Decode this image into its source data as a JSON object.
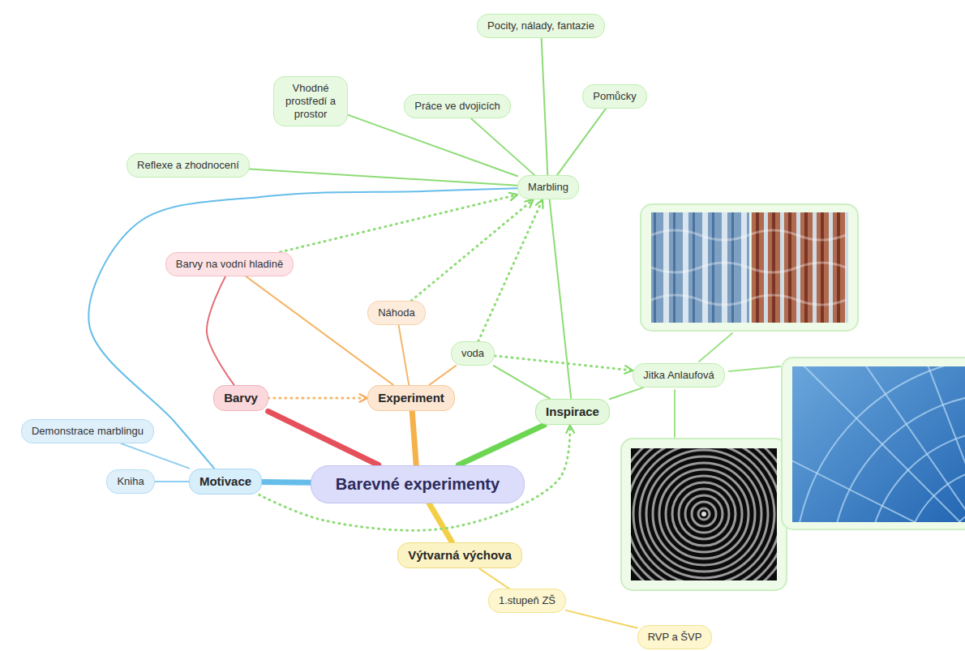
{
  "diagram": {
    "nodes": [
      {
        "text": [
          "Barevné experimenty"
        ]
      },
      {
        "text": [
          "Barvy"
        ]
      },
      {
        "text": [
          "Experiment"
        ]
      },
      {
        "text": [
          "Inspirace"
        ]
      },
      {
        "text": [
          "Motivace"
        ]
      },
      {
        "text": [
          "Výtvarná výchova"
        ]
      },
      {
        "text": [
          "Barvy na vodní hladině"
        ]
      },
      {
        "text": [
          "Náhoda"
        ]
      },
      {
        "text": [
          "voda"
        ]
      },
      {
        "text": [
          "Jitka Anlaufová"
        ]
      },
      {
        "text": [
          "Marbling"
        ]
      },
      {
        "text": [
          "Reflexe a zhodnocení"
        ]
      },
      {
        "text": [
          "Vhodné prostředí a prostor"
        ]
      },
      {
        "text": [
          "Práce ve dvojicích"
        ]
      },
      {
        "text": [
          "Pocity, nálady, fantazie"
        ]
      },
      {
        "text": [
          "Pomůcky"
        ]
      },
      {
        "text": [
          "Demonstrace marblingu"
        ]
      },
      {
        "text": [
          "Kniha"
        ]
      },
      {
        "text": [
          "1.stupeň ZŠ"
        ]
      },
      {
        "text": [
          "RVP a ŠVP"
        ]
      }
    ],
    "edges": [
      {
        "from": 0,
        "to": 1,
        "arrow": "none"
      },
      {
        "from": 0,
        "to": 2,
        "arrow": "none"
      },
      {
        "from": 0,
        "to": 3,
        "arrow": "none"
      },
      {
        "from": 0,
        "to": 4,
        "arrow": "none"
      },
      {
        "from": 0,
        "to": 5,
        "arrow": "none"
      },
      {
        "from": 1,
        "to": 6,
        "arrow": "none"
      },
      {
        "from": 1,
        "to": 2,
        "arrow": "to"
      },
      {
        "from": 2,
        "to": 6,
        "arrow": "none"
      },
      {
        "from": 2,
        "to": 7,
        "arrow": "none"
      },
      {
        "from": 2,
        "to": 8,
        "arrow": "none"
      },
      {
        "from": 6,
        "to": 10,
        "arrow": "to"
      },
      {
        "from": 7,
        "to": 10,
        "arrow": "to"
      },
      {
        "from": 8,
        "to": 10,
        "arrow": "to"
      },
      {
        "from": 8,
        "to": 9,
        "arrow": "to"
      },
      {
        "from": 3,
        "to": 8,
        "arrow": "none"
      },
      {
        "from": 3,
        "to": 9,
        "arrow": "none"
      },
      {
        "from": 3,
        "to": 10,
        "arrow": "none"
      },
      {
        "from": 10,
        "to": 11,
        "arrow": "none"
      },
      {
        "from": 10,
        "to": 12,
        "arrow": "none"
      },
      {
        "from": 10,
        "to": 13,
        "arrow": "none"
      },
      {
        "from": 10,
        "to": 14,
        "arrow": "none"
      },
      {
        "from": 10,
        "to": 15,
        "arrow": "none"
      },
      {
        "from": 4,
        "to": 10,
        "arrow": "none"
      },
      {
        "from": 4,
        "to": 16,
        "arrow": "none"
      },
      {
        "from": 4,
        "to": 17,
        "arrow": "none"
      },
      {
        "from": 4,
        "to": 3,
        "arrow": "to"
      },
      {
        "from": 5,
        "to": 18,
        "arrow": "none"
      },
      {
        "from": 18,
        "to": 19,
        "arrow": "none"
      }
    ]
  }
}
